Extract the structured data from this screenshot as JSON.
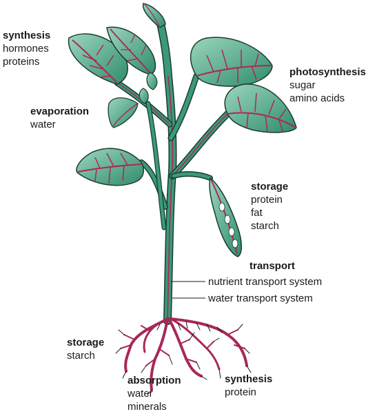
{
  "labels": {
    "synthesis_top": {
      "heading": "synthesis",
      "items": [
        "hormones",
        "proteins"
      ]
    },
    "photosynthesis": {
      "heading": "photosynthesis",
      "items": [
        "sugar",
        "amino acids"
      ]
    },
    "evaporation": {
      "heading": "evaporation",
      "items": [
        "water"
      ]
    },
    "storage_pod": {
      "heading": "storage",
      "items": [
        "protein",
        "fat",
        "starch"
      ]
    },
    "transport": {
      "heading": "transport",
      "nutrient": "nutrient transport system",
      "water": "water transport system"
    },
    "storage_root": {
      "heading": "storage",
      "items": [
        "starch"
      ]
    },
    "absorption": {
      "heading": "absorption",
      "items": [
        "water",
        "minerals"
      ]
    },
    "synthesis_root": {
      "heading": "synthesis",
      "items": [
        "protein"
      ]
    }
  },
  "colors": {
    "leaf": "#3a9a78",
    "leaf_light": "#8fcfb4",
    "vein": "#b0245a",
    "stem": "#2f8f6a",
    "root": "#a8275a",
    "outline": "#1c3a30"
  }
}
